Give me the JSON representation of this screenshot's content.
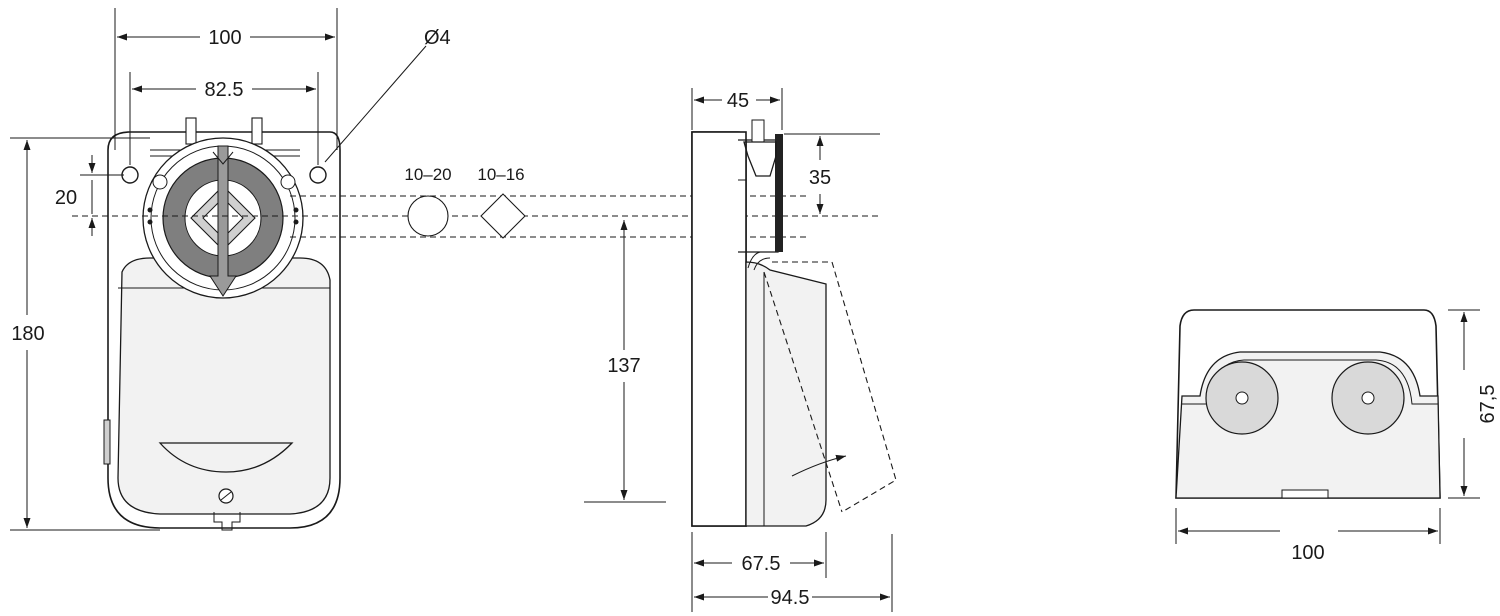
{
  "dimensions": {
    "front_width": "100",
    "hole_spacing": "82.5",
    "hole_diameter": "Ø4",
    "offset_20": "20",
    "height_180": "180",
    "shaft_round": "10–20",
    "shaft_square": "10–16",
    "side_45": "45",
    "side_35": "35",
    "side_137": "137",
    "side_675": "67.5",
    "side_945": "94.5",
    "end_width": "100",
    "end_height": "67,5"
  },
  "colors": {
    "line": "#1a1a1a",
    "hub_gray": "#7f7f7f",
    "button_gray": "#d9d9d9",
    "clamp_black": "#222222"
  }
}
